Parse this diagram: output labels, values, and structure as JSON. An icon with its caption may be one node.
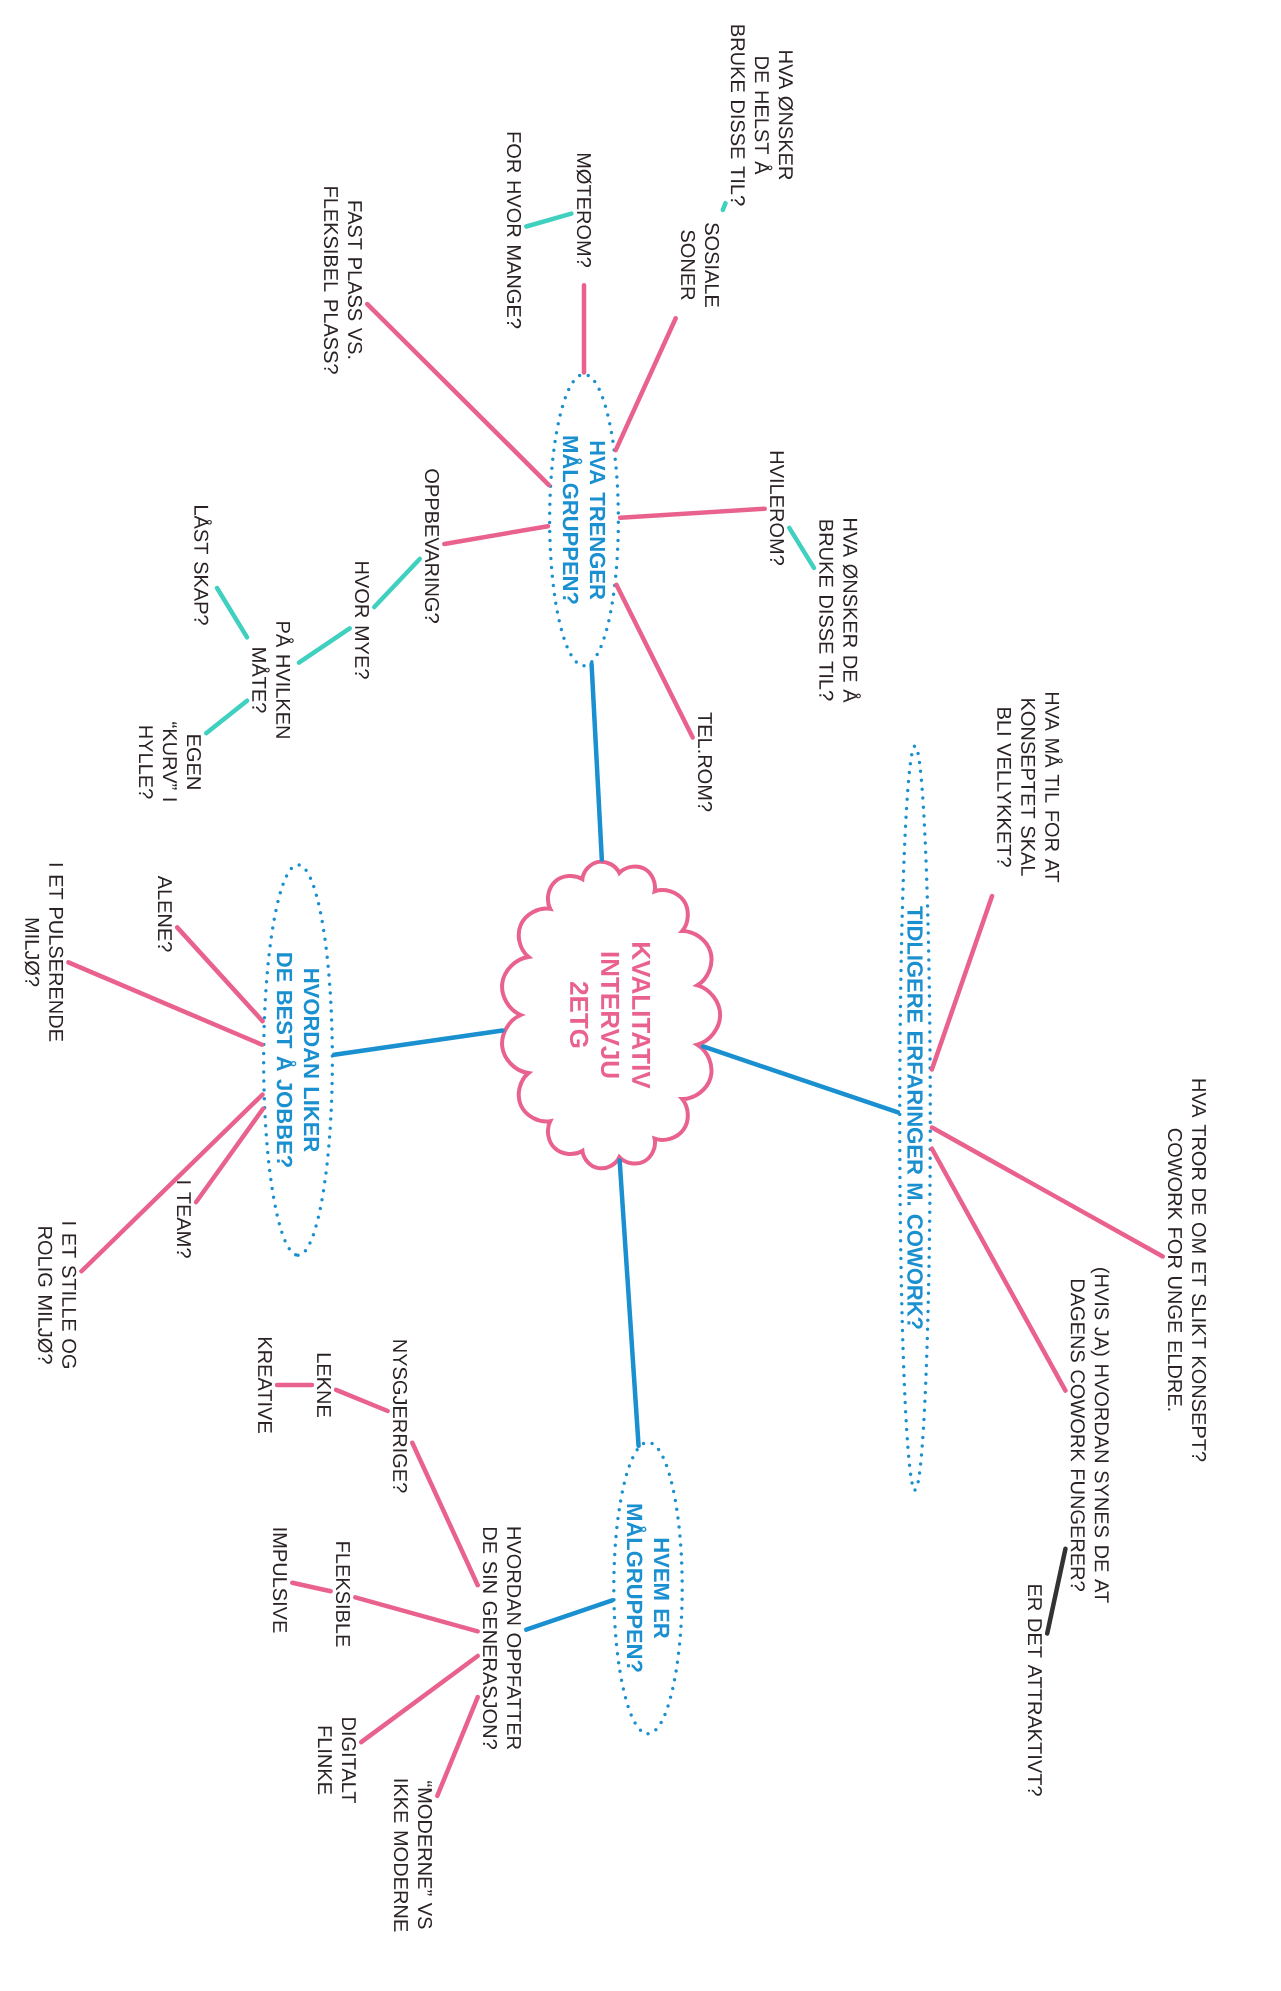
{
  "diagram": {
    "nodes": [
      {
        "text": [
          "KVALITATIV INTERVJU 2ETG"
        ]
      },
      {
        "text": [
          "HVA TRENGER MÅLGRUPPEN?"
        ]
      },
      {
        "text": [
          "HVORDAN LIKER DE BEST Å JOBBE?"
        ]
      },
      {
        "text": [
          "TIDLIGERE ERFARINGER M. COWORK?"
        ]
      },
      {
        "text": [
          "HVEM ER MÅLGRUPPEN?"
        ]
      },
      {
        "text": [
          "HVA ØNSKER DE HELST Å BRUKE DISSE TIL?"
        ]
      },
      {
        "text": [
          "SOSIALE SONER"
        ]
      },
      {
        "text": [
          "MØTEROM?"
        ]
      },
      {
        "text": [
          "FOR HVOR MANGE?"
        ]
      },
      {
        "text": [
          "FAST PLASS VS. FLEKSIBEL PLASS?"
        ]
      },
      {
        "text": [
          "HVILEROM?"
        ]
      },
      {
        "text": [
          "HVA ØNSKER DE Å BRUKE DISSE TIL?"
        ]
      },
      {
        "text": [
          "TEL.ROM?"
        ]
      },
      {
        "text": [
          "OPPBEVARING?"
        ]
      },
      {
        "text": [
          "HVOR MYE?"
        ]
      },
      {
        "text": [
          "PÅ HVILKEN MÅTE?"
        ]
      },
      {
        "text": [
          "LÅST SKAP?"
        ]
      },
      {
        "text": [
          "EGEN “KURV” I HYLLE?"
        ]
      },
      {
        "text": [
          "ALENE?"
        ]
      },
      {
        "text": [
          "I ET PULSERENDE MILJØ?"
        ]
      },
      {
        "text": [
          "I ET STILLE OG ROLIG MILJØ?"
        ]
      },
      {
        "text": [
          "I TEAM?"
        ]
      },
      {
        "text": [
          "HVA MÅ TIL FOR AT KONSEPTET SKAL BLI VELLYKKET?"
        ]
      },
      {
        "text": [
          "HVA TROR DE OM ET SLIKT KONSEPT? COWORK FOR UNGE ELDRE."
        ]
      },
      {
        "text": [
          "(HVIS JA) HVORDAN SYNES DE AT DAGENS COWORK FUNGERER?"
        ]
      },
      {
        "text": [
          "ER DET ATTRAKTIVT?"
        ]
      },
      {
        "text": [
          "HVORDAN OPPFATTER DE SIN GENERASJON?"
        ]
      },
      {
        "text": [
          "NYSGJERRIGE?"
        ]
      },
      {
        "text": [
          "FLEKSIBLE"
        ]
      },
      {
        "text": [
          "DIGITALT FLINKE"
        ]
      },
      {
        "text": [
          "“MODERNE” VS IKKE MODERNE"
        ]
      },
      {
        "text": [
          "LEKNE"
        ]
      },
      {
        "text": [
          "KREATIVE"
        ]
      },
      {
        "text": [
          "IMPULSIVE"
        ]
      }
    ],
    "edges": [
      {
        "from": 0,
        "to": 1,
        "arrow": "none",
        "color": "#1a90d0"
      },
      {
        "from": 0,
        "to": 2,
        "arrow": "none",
        "color": "#1a90d0"
      },
      {
        "from": 0,
        "to": 3,
        "arrow": "none",
        "color": "#1a90d0"
      },
      {
        "from": 0,
        "to": 4,
        "arrow": "none",
        "color": "#1a90d0"
      },
      {
        "from": 1,
        "to": 6,
        "arrow": "none"
      },
      {
        "from": 6,
        "to": 5,
        "arrow": "none",
        "color": "#40d0c0"
      },
      {
        "from": 1,
        "to": 7,
        "arrow": "none"
      },
      {
        "from": 7,
        "to": 8,
        "arrow": "none",
        "color": "#40d0c0"
      },
      {
        "from": 1,
        "to": 9,
        "arrow": "none"
      },
      {
        "from": 1,
        "to": 10,
        "arrow": "none"
      },
      {
        "from": 10,
        "to": 11,
        "arrow": "none",
        "color": "#40d0c0"
      },
      {
        "from": 1,
        "to": 12,
        "arrow": "none"
      },
      {
        "from": 1,
        "to": 13,
        "arrow": "none"
      },
      {
        "from": 13,
        "to": 14,
        "arrow": "none",
        "color": "#40d0c0"
      },
      {
        "from": 14,
        "to": 15,
        "arrow": "none",
        "color": "#40d0c0"
      },
      {
        "from": 15,
        "to": 16,
        "arrow": "none",
        "color": "#40d0c0"
      },
      {
        "from": 15,
        "to": 17,
        "arrow": "none",
        "color": "#40d0c0"
      },
      {
        "from": 2,
        "to": 18,
        "arrow": "none"
      },
      {
        "from": 2,
        "to": 19,
        "arrow": "none"
      },
      {
        "from": 2,
        "to": 20,
        "arrow": "none"
      },
      {
        "from": 2,
        "to": 21,
        "arrow": "none"
      },
      {
        "from": 3,
        "to": 22,
        "arrow": "none"
      },
      {
        "from": 3,
        "to": 23,
        "arrow": "none"
      },
      {
        "from": 3,
        "to": 24,
        "arrow": "none"
      },
      {
        "from": 24,
        "to": 25,
        "arrow": "none",
        "color": "#333333"
      },
      {
        "from": 4,
        "to": 26,
        "arrow": "none",
        "color": "#1a90d0"
      },
      {
        "from": 26,
        "to": 27,
        "arrow": "none"
      },
      {
        "from": 26,
        "to": 28,
        "arrow": "none"
      },
      {
        "from": 26,
        "to": 29,
        "arrow": "none"
      },
      {
        "from": 26,
        "to": 30,
        "arrow": "none"
      },
      {
        "from": 27,
        "to": 31,
        "arrow": "none"
      },
      {
        "from": 31,
        "to": 32,
        "arrow": "none"
      },
      {
        "from": 28,
        "to": 33,
        "arrow": "none"
      }
    ]
  }
}
